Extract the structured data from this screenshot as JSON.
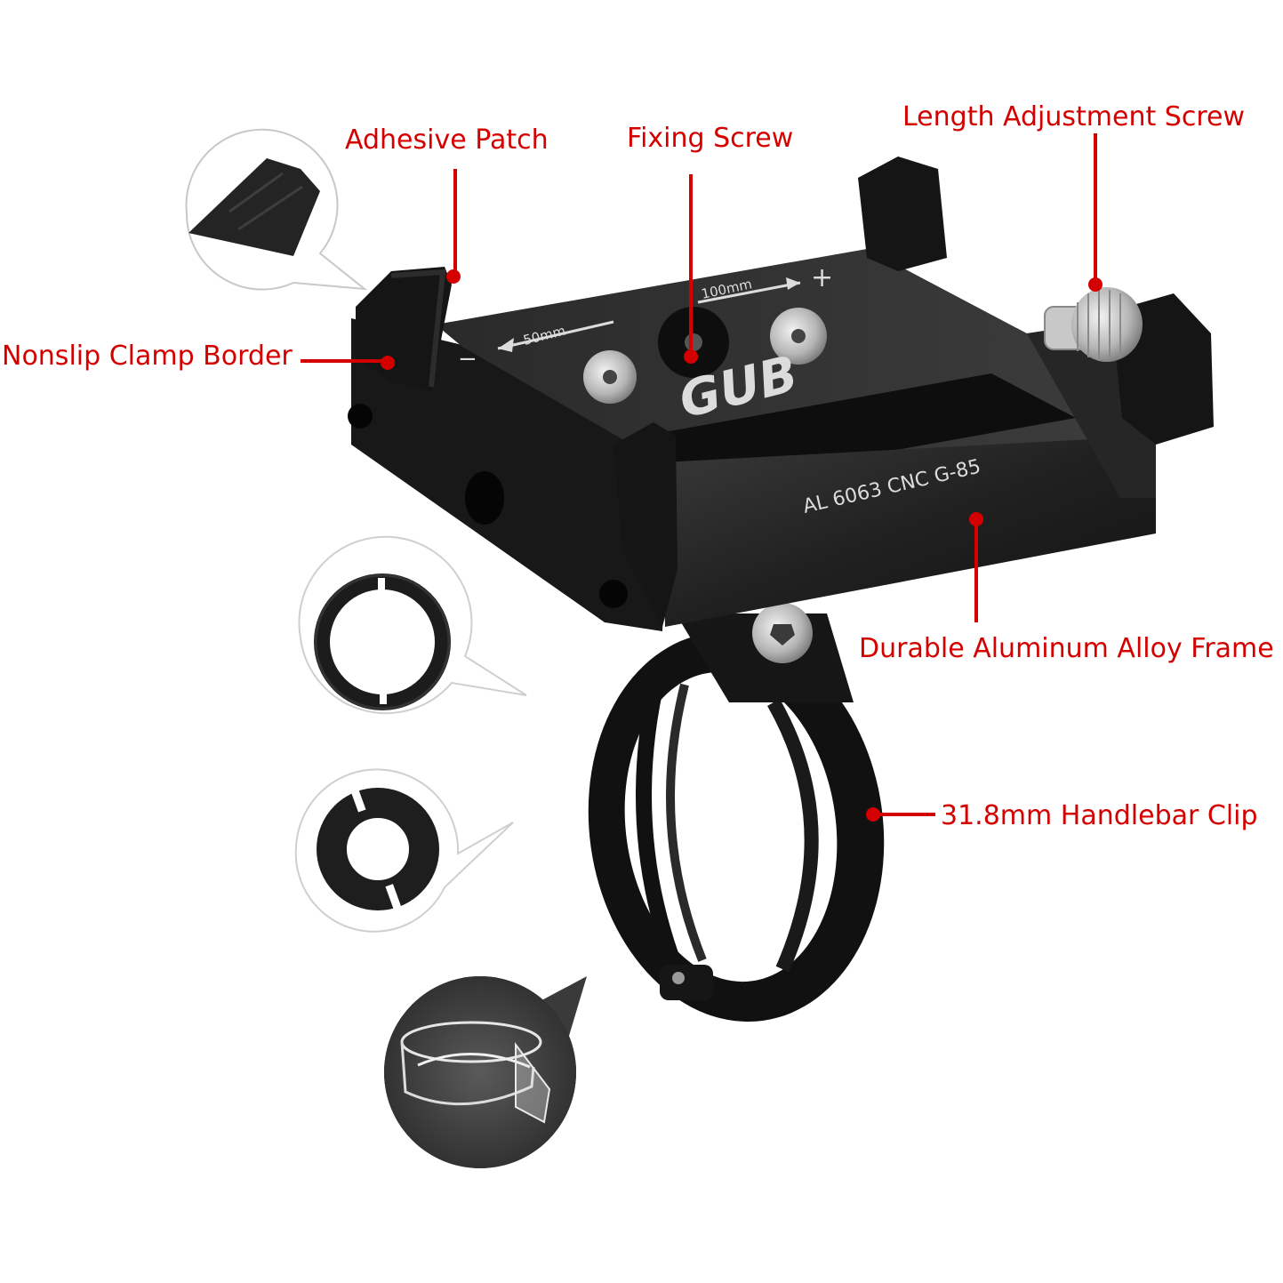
{
  "labels": {
    "adhesive_patch": "Adhesive Patch",
    "fixing_screw": "Fixing Screw",
    "length_adjustment_screw": "Length Adjustment Screw",
    "nonslip_clamp_border": "Nonslip Clamp Border",
    "frame": "Durable Aluminum Alloy Frame",
    "handlebar_clip": "31.8mm Handlebar Clip"
  },
  "product_markings": {
    "brand": "GUB",
    "material": "AL 6063 CNC  G-85",
    "min_width": "50mm",
    "max_width": "100mm",
    "minus": "−",
    "plus": "+"
  },
  "colors": {
    "label": "#d40000",
    "metal_dark": "#1b1b1b",
    "metal_mid": "#2e2e2e",
    "accent_steel": "#b9b9b9"
  }
}
